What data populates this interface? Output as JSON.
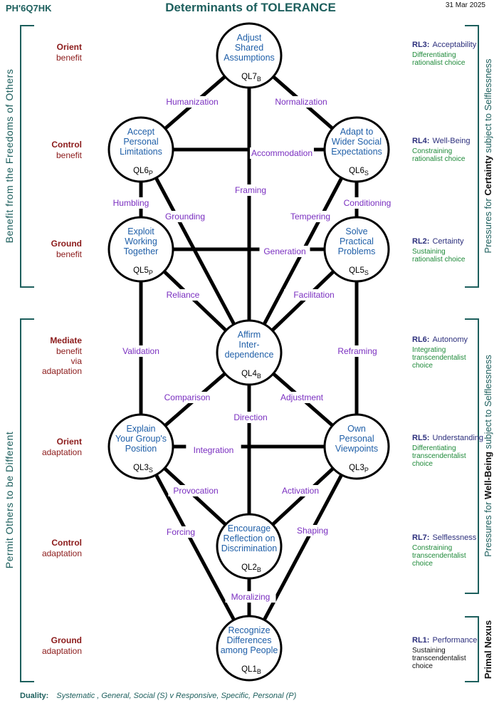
{
  "header": {
    "code": "PH'6Q7HK",
    "title": "Determinants of TOLERANCE",
    "date": "31 Mar 2025"
  },
  "colors": {
    "teal": "#1d5f5d",
    "maroon": "#8b1a1a",
    "navy": "#2c2f7c",
    "green": "#1f8a3a",
    "purple": "#7a2fc0",
    "node_text": "#1f5fa8"
  },
  "left_groups": [
    {
      "label": "Benefit from the Freedoms of Others"
    },
    {
      "label": "Permit Others to be Different"
    }
  ],
  "left_levels": [
    {
      "bold": "Orient",
      "lines": [
        "benefit"
      ]
    },
    {
      "bold": "Control",
      "lines": [
        "benefit"
      ]
    },
    {
      "bold": "Ground",
      "lines": [
        "benefit"
      ]
    },
    {
      "bold": "Mediate",
      "lines": [
        "benefit",
        "via",
        "adaptation"
      ]
    },
    {
      "bold": "Orient",
      "lines": [
        "adaptation"
      ]
    },
    {
      "bold": "Control",
      "lines": [
        "adaptation"
      ]
    },
    {
      "bold": "Ground",
      "lines": [
        "adaptation"
      ]
    }
  ],
  "right_levels": [
    {
      "code": "RL3:",
      "name": "Acceptability",
      "lines": [
        "Differentiating",
        "rationalist choice"
      ],
      "color": "#1f8a3a"
    },
    {
      "code": "RL4:",
      "name": "Well-Being",
      "lines": [
        "Constraining",
        "rationalist choice"
      ],
      "color": "#1f8a3a"
    },
    {
      "code": "RL2:",
      "name": "Certainty",
      "lines": [
        "Sustaining",
        "rationalist choice"
      ],
      "color": "#1f8a3a"
    },
    {
      "code": "RL6:",
      "name": "Autonomy",
      "lines": [
        "Integrating",
        "transcendentalist",
        "choice"
      ],
      "color": "#1f8a3a"
    },
    {
      "code": "RL5:",
      "name": "Understanding",
      "lines": [
        "Differentiating",
        "transcendentalist",
        "choice"
      ],
      "color": "#1f8a3a"
    },
    {
      "code": "RL7:",
      "name": "Selflessness",
      "lines": [
        "Constraining",
        "transcendentalist",
        "choice"
      ],
      "color": "#1f8a3a"
    },
    {
      "code": "RL1:",
      "name": "Performance",
      "lines": [
        "Sustaining",
        "transcendentalist",
        "choice"
      ],
      "color": "#111111"
    }
  ],
  "right_groups": [
    {
      "pre": "Pressures for ",
      "key": "Certainty",
      "post": " subject to Selflessness"
    },
    {
      "pre": "Pressures for ",
      "key": "Well-Being",
      "post": " subject to Selflessness"
    },
    {
      "pre": "",
      "key": "Primal Nexus",
      "post": ""
    }
  ],
  "nodes": [
    {
      "id": "QL7",
      "lines": [
        "Adjust",
        "Shared",
        "Assumptions"
      ],
      "code": "QL7",
      "sub": "B"
    },
    {
      "id": "QL6P",
      "lines": [
        "Accept",
        "Personal",
        "Limitations"
      ],
      "code": "QL6",
      "sub": "P"
    },
    {
      "id": "QL6S",
      "lines": [
        "Adapt to",
        "Wider Social",
        "Expectations"
      ],
      "code": "QL6",
      "sub": "S"
    },
    {
      "id": "QL5P",
      "lines": [
        "Exploit",
        "Working",
        "Together"
      ],
      "code": "QL5",
      "sub": "P"
    },
    {
      "id": "QL5S",
      "lines": [
        "Solve",
        "Practical",
        "Problems"
      ],
      "code": "QL5",
      "sub": "S"
    },
    {
      "id": "QL4",
      "lines": [
        "Affirm",
        "Inter-",
        "dependence"
      ],
      "code": "QL4",
      "sub": "B"
    },
    {
      "id": "QL3S",
      "lines": [
        "Explain",
        "Your Group's",
        "Position"
      ],
      "code": "QL3",
      "sub": "S"
    },
    {
      "id": "QL3P",
      "lines": [
        "Own",
        "Personal",
        "Viewpoints"
      ],
      "code": "QL3",
      "sub": "P"
    },
    {
      "id": "QL2",
      "lines": [
        "Encourage",
        "Reflection on",
        "Discrimination"
      ],
      "code": "QL2",
      "sub": "B"
    },
    {
      "id": "QL1",
      "lines": [
        "Recognize",
        "Differences",
        "among People"
      ],
      "code": "QL1",
      "sub": "B"
    }
  ],
  "edges": [
    {
      "label": "Humanization"
    },
    {
      "label": "Normalization"
    },
    {
      "label": "Accommodation"
    },
    {
      "label": "Framing"
    },
    {
      "label": "Humbling"
    },
    {
      "label": "Grounding"
    },
    {
      "label": "Tempering"
    },
    {
      "label": "Conditioning"
    },
    {
      "label": "Generation"
    },
    {
      "label": "Reliance"
    },
    {
      "label": "Facilitation"
    },
    {
      "label": "Validation"
    },
    {
      "label": "Reframing"
    },
    {
      "label": "Comparison"
    },
    {
      "label": "Adjustment"
    },
    {
      "label": "Direction"
    },
    {
      "label": "Integration"
    },
    {
      "label": "Provocation"
    },
    {
      "label": "Activation"
    },
    {
      "label": "Forcing"
    },
    {
      "label": "Shaping"
    },
    {
      "label": "Moralizing"
    }
  ],
  "footer": {
    "label": "Duality:",
    "text": "Systematic , General, Social (S)  v  Responsive, Specific, Personal (P)"
  }
}
